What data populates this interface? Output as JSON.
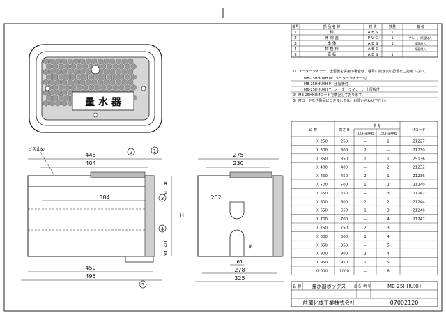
{
  "parts_table": {
    "headers": [
      "番号",
      "部 品 名 称",
      "材 質",
      "数量",
      "備 考"
    ],
    "rows": [
      [
        "1",
        "枠",
        "A B S",
        "1",
        ""
      ],
      [
        "2",
        "開 閉 蓋",
        "P V C",
        "1",
        "ブルー、保温材入"
      ],
      [
        "3",
        "本 体",
        "A B S",
        "1",
        "保温材入"
      ],
      [
        "4",
        "調 整 枠",
        "A B S",
        "—",
        "保温材入"
      ],
      [
        "5",
        "底 板",
        "A B S",
        "1",
        ""
      ]
    ]
  },
  "notes": [
    "1）メーターライナー、土留板を併用の場合は、種号に続き次の記号をご指定下さい。",
    "MB-25HHUXH M：メーターライナー付",
    "MB-25HHUXH P：土留板付",
    "MB-25HHUXH Y：メーターライナー、土留板付",
    "2）MB-25HHUMコードを表記しております。",
    "3）Mコードなき製品につきましては、お問い合わせ下さい。"
  ],
  "size_table": {
    "header_name": "名 称",
    "header_height": "高さ H",
    "header_ref": "参 考",
    "header_100": "100H調整枠",
    "header_150": "150H調整枠",
    "header_mcode": "Mコード",
    "rows": [
      [
        "X 250",
        "250",
        "—",
        "1",
        "21227"
      ],
      [
        "X 300",
        "300",
        "2",
        "—",
        "21230"
      ],
      [
        "X 350",
        "350",
        "1",
        "1",
        "25136"
      ],
      [
        "X 400",
        "400",
        "—",
        "2",
        "21232"
      ],
      [
        "X 450",
        "450",
        "2",
        "1",
        "21236"
      ],
      [
        "X 500",
        "500",
        "1",
        "2",
        "21240"
      ],
      [
        "X 550",
        "550",
        "—",
        "3",
        "21242"
      ],
      [
        "X 600",
        "600",
        "2",
        "2",
        "21244"
      ],
      [
        "X 650",
        "650",
        "1",
        "3",
        "21246"
      ],
      [
        "X 700",
        "700",
        "—",
        "4",
        "21247"
      ],
      [
        "X 750",
        "750",
        "2",
        "3",
        ""
      ],
      [
        "X 800",
        "800",
        "1",
        "4",
        ""
      ],
      [
        "X 850",
        "850",
        "—",
        "5",
        ""
      ],
      [
        "X 900",
        "900",
        "2",
        "4",
        ""
      ],
      [
        "X 950",
        "950",
        "1",
        "5",
        ""
      ],
      [
        "X1000",
        "1000",
        "—",
        "6",
        ""
      ]
    ]
  },
  "title_block": {
    "name_label": "名 称",
    "name_value": "量水器ボックス",
    "code_label": "品 名（略号）",
    "code_value": "MB-25HHUXH",
    "company": "前澤化成工業株式会社",
    "drawing_no": "07002120"
  },
  "lid_text": "量 水 器",
  "dims": {
    "front_445": "445",
    "front_404": "404",
    "front_384": "384",
    "front_450": "450",
    "front_495": "495",
    "side_275": "275",
    "side_230": "230",
    "side_202": "202",
    "side_61": "61",
    "side_278": "278",
    "side_325": "325",
    "side_90": "90",
    "h_40a": "40",
    "h_50a": "50",
    "h_40b": "40",
    "h_50b": "50",
    "h_H": "H"
  },
  "callouts": [
    "1",
    "2",
    "3",
    "4",
    "5"
  ],
  "screw_label": "ビス止め"
}
